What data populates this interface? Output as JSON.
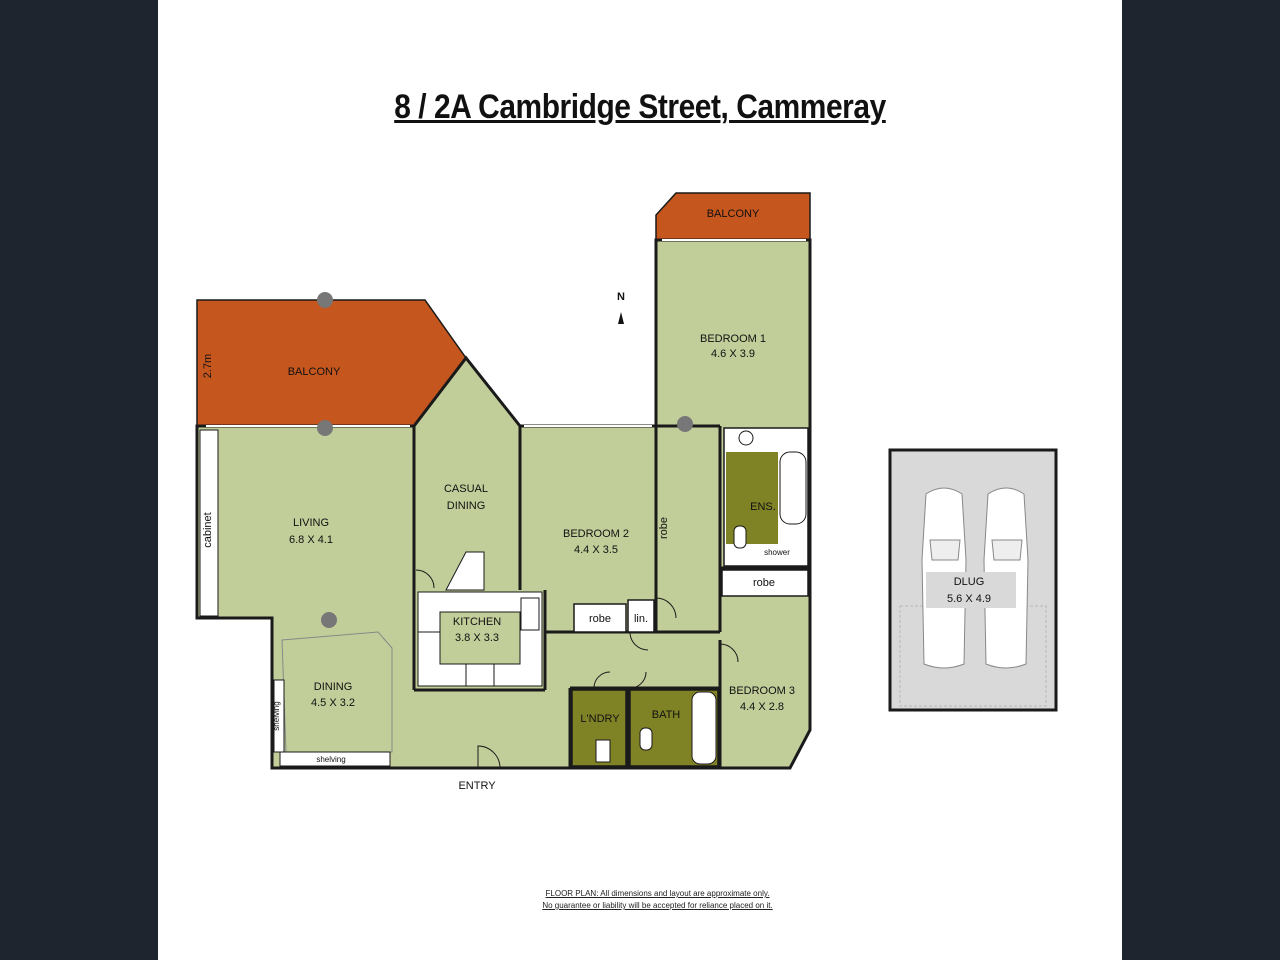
{
  "title": "8 / 2A Cambridge Street, Cammeray",
  "compass": {
    "label": "N"
  },
  "rooms": {
    "balcony_main": {
      "name": "BALCONY",
      "dim": "2.7m"
    },
    "balcony_bed1": {
      "name": "BALCONY"
    },
    "bedroom1": {
      "name": "BEDROOM 1",
      "dims": "4.6 X 3.9"
    },
    "living": {
      "name": "LIVING",
      "dims": "6.8 X 4.1"
    },
    "casual_dining": {
      "line1": "CASUAL",
      "line2": "DINING"
    },
    "bedroom2": {
      "name": "BEDROOM 2",
      "dims": "4.4 X 3.5"
    },
    "kitchen": {
      "name": "KITCHEN",
      "dims": "3.8 X 3.3"
    },
    "dining": {
      "name": "DINING",
      "dims": "4.5 X 3.2"
    },
    "ensuite": {
      "name": "ENS."
    },
    "bedroom3": {
      "name": "BEDROOM 3",
      "dims": "4.4 X 2.8"
    },
    "laundry": {
      "name": "L'NDRY"
    },
    "bath": {
      "name": "BATH"
    },
    "garage": {
      "name": "DLUG",
      "dims": "5.6 X 4.9"
    }
  },
  "fixtures": {
    "cabinet": "cabinet",
    "robe_bed1": "robe",
    "robe_bed2": "robe",
    "robe_bed3": "robe",
    "linen": "lin.",
    "shower": "shower",
    "shelving_side": "shelving",
    "shelving_bottom": "shelving",
    "entry": "ENTRY"
  },
  "disclaimer": {
    "line1": "FLOOR PLAN: All dimensions and layout are approximate only.",
    "line2": "No guarantee or liability will be accepted for reliance placed on it."
  },
  "colors": {
    "background": "#1f252e",
    "room_fill": "#c2ce9a",
    "balcony_fill": "#c4561e",
    "wet_area_fill": "#7f8326",
    "wall": "#1a1a1a",
    "garage_fill": "#d9d9d9"
  }
}
